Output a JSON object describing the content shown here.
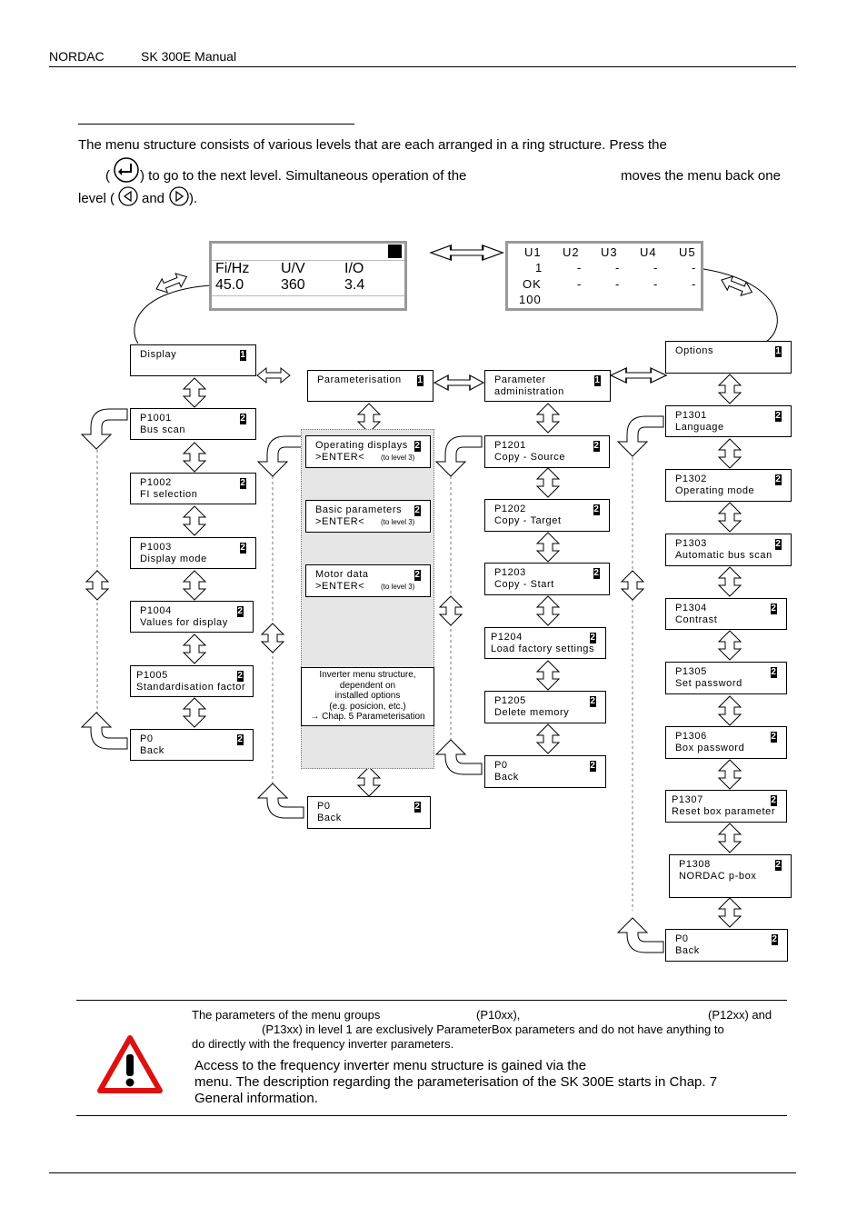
{
  "header": {
    "brand": "NORDAC",
    "title": "SK 300E Manual"
  },
  "intro": {
    "line1": "The menu structure consists of various levels that are each arranged in a ring structure. Press the",
    "line2a": "(",
    "line2b": ") to go to the next level. Simultaneous operation of the",
    "line2c": "moves the menu back one",
    "line3a": "level (",
    "line3b": "and",
    "line3c": ")."
  },
  "lcd_left": {
    "h1": "Fi/Hz",
    "h2": "U/V",
    "h3": "I/O",
    "v1": "45.0",
    "v2": "360",
    "v3": "3.4"
  },
  "lcd_right": {
    "cols": [
      "U1",
      "U2",
      "U3",
      "U4",
      "U5"
    ],
    "row1": [
      "1",
      "-",
      "-",
      "-",
      "-"
    ],
    "row2": [
      "OK",
      "-",
      "-",
      "-",
      "-"
    ],
    "row3": "100"
  },
  "menu": {
    "display": {
      "label": "Display",
      "level": "1"
    },
    "param": {
      "label": "Parameterisation",
      "level": "1"
    },
    "padmin": {
      "l1": "Parameter",
      "l2": "administration",
      "level": "1"
    },
    "options": {
      "label": "Options",
      "level": "1"
    },
    "p1001": {
      "code": "P1001",
      "name": "Bus scan",
      "level": "2"
    },
    "p1002": {
      "code": "P1002",
      "name": "FI selection",
      "level": "2"
    },
    "p1003": {
      "code": "P1003",
      "name": "Display mode",
      "level": "2"
    },
    "p1004": {
      "code": "P1004",
      "name": "Values for display",
      "level": "2"
    },
    "p1005": {
      "code": "P1005",
      "name": "Standardisation factor",
      "level": "2"
    },
    "p0a": {
      "code": "P0",
      "name": "Back",
      "level": "2"
    },
    "opdisp": {
      "l1": "Operating displays",
      "l2": ">ENTER<",
      "note": "(to level 3)",
      "level": "2"
    },
    "basic": {
      "l1": "Basic parameters",
      "l2": ">ENTER<",
      "note": "(to level 3)",
      "level": "2"
    },
    "motor": {
      "l1": "Motor data",
      "l2": ">ENTER<",
      "note": "(to level 3)",
      "level": "2"
    },
    "inv": {
      "l1": "Inverter menu structure,",
      "l2": "dependent on",
      "l3": "installed options",
      "l4": "(e.g. posicion, etc.)",
      "l5": "→ Chap. 5 Parameterisation"
    },
    "p0b": {
      "code": "P0",
      "name": "Back",
      "level": "2"
    },
    "p1201": {
      "code": "P1201",
      "name": "Copy - Source",
      "level": "2"
    },
    "p1202": {
      "code": "P1202",
      "name": "Copy - Target",
      "level": "2"
    },
    "p1203": {
      "code": "P1203",
      "name": "Copy - Start",
      "level": "2"
    },
    "p1204": {
      "code": "P1204",
      "name": "Load factory settings",
      "level": "2"
    },
    "p1205": {
      "code": "P1205",
      "name": "Delete memory",
      "level": "2"
    },
    "p0c": {
      "code": "P0",
      "name": "Back",
      "level": "2"
    },
    "p1301": {
      "code": "P1301",
      "name": "Language",
      "level": "2"
    },
    "p1302": {
      "code": "P1302",
      "name": "Operating mode",
      "level": "2"
    },
    "p1303": {
      "code": "P1303",
      "name": "Automatic bus scan",
      "level": "2"
    },
    "p1304": {
      "code": "P1304",
      "name": "Contrast",
      "level": "2"
    },
    "p1305": {
      "code": "P1305",
      "name": "Set password",
      "level": "2"
    },
    "p1306": {
      "code": "P1306",
      "name": "Box password",
      "level": "2"
    },
    "p1307": {
      "code": "P1307",
      "name": "Reset box parameter",
      "level": "2"
    },
    "p1308": {
      "code": "P1308",
      "name": "NORDAC p-box",
      "level": "2"
    },
    "p0d": {
      "code": "P0",
      "name": "Back",
      "level": "2"
    }
  },
  "note": {
    "a1": "The parameters of the menu groups",
    "a2": "(P10xx),",
    "a3": "(P12xx) and",
    "b1": "(P13xx) in level 1 are exclusively ParameterBox parameters and do not have anything to",
    "c1": "do directly with the frequency inverter parameters.",
    "d1": "Access to the frequency inverter menu structure is gained via the",
    "d2": "menu. The description regarding the parameterisation of the SK 300E starts in Chap. 7",
    "d3": "General information."
  },
  "icons": [
    "enter-key-icon",
    "left-key-icon",
    "right-key-icon",
    "warning-triangle-icon"
  ]
}
